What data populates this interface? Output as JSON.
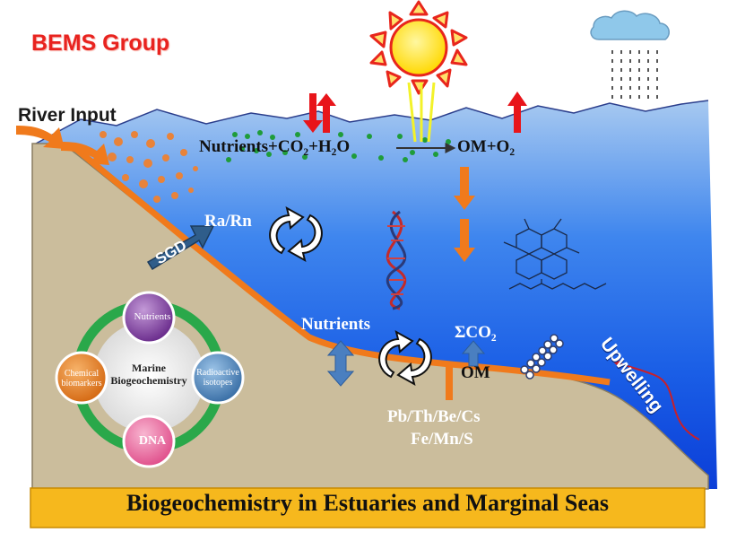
{
  "group_title": "BEMS Group",
  "labels": {
    "river_input": "River Input",
    "sgd": "SGD",
    "upwelling": "Upwelling",
    "ra_rn": "Ra/Rn",
    "nutrients_seabed": "Nutrients",
    "sigma_co2": "ΣCO₂",
    "om_seabed": "OM",
    "elements_line1": "Pb/Th/Be/Cs",
    "elements_line2": "Fe/Mn/S"
  },
  "equation": {
    "left": "Nutrients+CO₂+H₂O",
    "right": "OM+O₂"
  },
  "hub": {
    "center": "Marine Biogeochemistry",
    "nodes": {
      "top": "Nutrients",
      "left": "Chemical biomarkers",
      "right": "Radioactive isotopes",
      "bottom": "DNA"
    }
  },
  "bottom_title": "Biogeochemistry in Estuaries and Marginal Seas",
  "colors": {
    "ocean_top": "#9fc2ee",
    "ocean_deep": "#0b3ed8",
    "seabed": "#cbbd9c",
    "sediment_line": "#f07a1c",
    "banner": "#f6b81d",
    "sun": "#ffe000",
    "sun_rays": "#e8261c",
    "cloud": "#8fc8ea"
  }
}
